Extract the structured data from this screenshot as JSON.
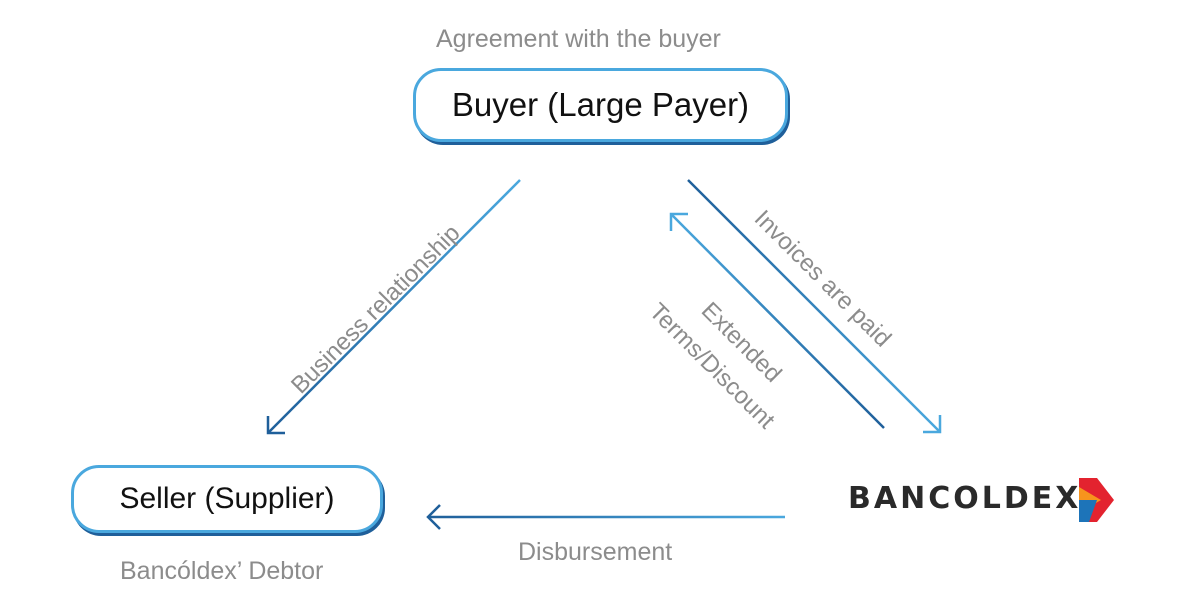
{
  "top_caption": "Agreement with the buyer",
  "buyer": {
    "label": "Buyer (Large Payer)"
  },
  "seller": {
    "label": "Seller (Supplier)",
    "caption": "Bancóldex’ Debtor"
  },
  "bank": {
    "name": "BANCOLDEX"
  },
  "edges": {
    "business": "Business relationship",
    "invoices": "Invoices are paid",
    "extended_line1": "Extended",
    "extended_line2": "Terms/Discount",
    "disbursement": "Disbursement"
  },
  "colors": {
    "arrow_light": "#4aa8de",
    "arrow_dark": "#1f5f9a",
    "text_gray": "#8c8c8c",
    "logo_red": "#e3232f",
    "logo_orange": "#f7941d",
    "logo_blue": "#1d74b9"
  }
}
